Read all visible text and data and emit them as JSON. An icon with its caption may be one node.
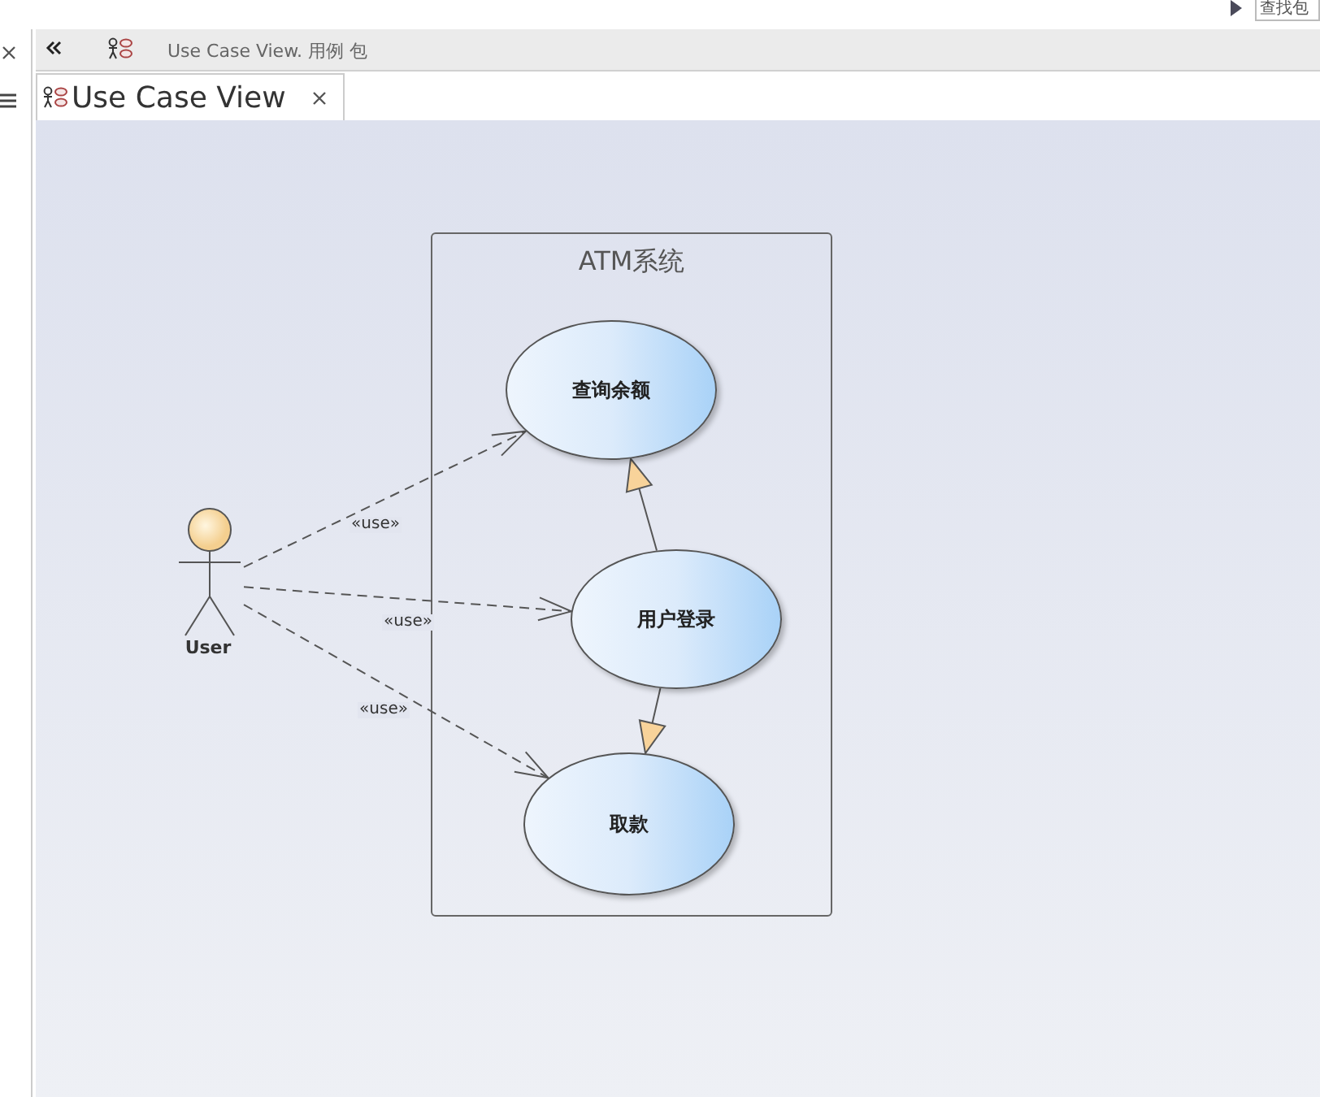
{
  "diagram": {
    "nodes": [
      {
        "text": [
          "ATM系统"
        ]
      },
      {
        "text": [
          "查询余额"
        ],
        "in": 0
      },
      {
        "text": [
          "用户登录"
        ],
        "in": 0
      },
      {
        "text": [
          "取款"
        ],
        "in": 0
      },
      {
        "text": [
          "User"
        ]
      }
    ],
    "edges": [
      {
        "from": 4,
        "to": 1,
        "arrow": "to",
        "label": "«use»",
        "style": "dashed"
      },
      {
        "from": 4,
        "to": 2,
        "arrow": "to",
        "label": "«use»",
        "style": "dashed"
      },
      {
        "from": 4,
        "to": 3,
        "arrow": "to",
        "label": "«use»",
        "style": "dashed"
      },
      {
        "from": 2,
        "to": 1,
        "arrow": "to"
      },
      {
        "from": 2,
        "to": 3,
        "arrow": "to"
      }
    ],
    "labels": [
      "查找包",
      "Use Case View. 用例 包",
      "Use Case View"
    ]
  }
}
